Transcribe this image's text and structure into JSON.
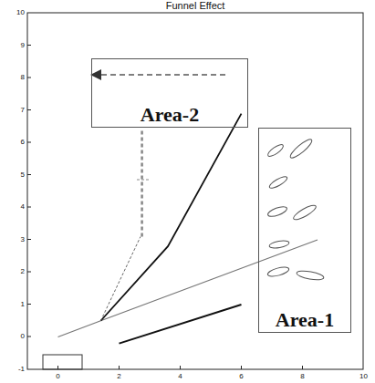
{
  "diagram": {
    "title": "Funnel Effect",
    "nodes": [
      {
        "text": [
          "Area-2"
        ]
      },
      {
        "text": [
          "Area-1"
        ]
      }
    ],
    "labels": [
      "10",
      "9",
      "8",
      "7",
      "6",
      "5",
      "4",
      "3",
      "2",
      "1",
      "0",
      "-1",
      "0",
      "2",
      "4",
      "6",
      "8",
      "10"
    ]
  }
}
